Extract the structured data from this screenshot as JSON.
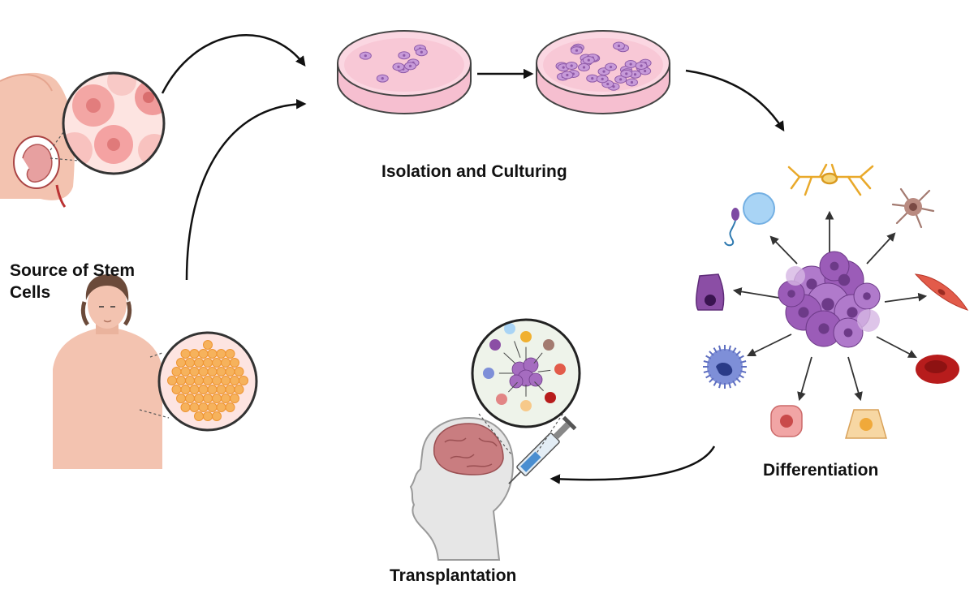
{
  "labels": {
    "isolation": "Isolation and Culturing",
    "source_line1": "Source of Stem",
    "source_line2": "Cells",
    "differentiation": "Differentiation",
    "transplantation": "Transplantation"
  },
  "icons": {
    "source_sources": [
      "pregnant-abdomen-icon",
      "adult-male-icon"
    ],
    "culture": [
      "petri-dish-sparse-icon",
      "petri-dish-dense-icon"
    ],
    "differentiation_center": "stem-cell-cluster-icon",
    "differentiated_cells": [
      "neuron-icon",
      "glial-cell-icon",
      "muscle-cell-icon",
      "red-blood-cell-icon",
      "columnar-cell-icon",
      "epithelial-cell-icon",
      "immune-cell-icon",
      "goblet-cell-icon",
      "sperm-cell-icon",
      "egg-cell-icon"
    ],
    "transplant": [
      "human-head-brain-icon",
      "syringe-icon",
      "magnified-cells-icon"
    ]
  },
  "colors": {
    "arrow": "#111111",
    "skin": "#f3c3b0",
    "dish_medium": "#f7c8d4",
    "stem_cell": "#8d4ea8",
    "rbc": "#b71c1c",
    "brain": "#c57a7a"
  }
}
